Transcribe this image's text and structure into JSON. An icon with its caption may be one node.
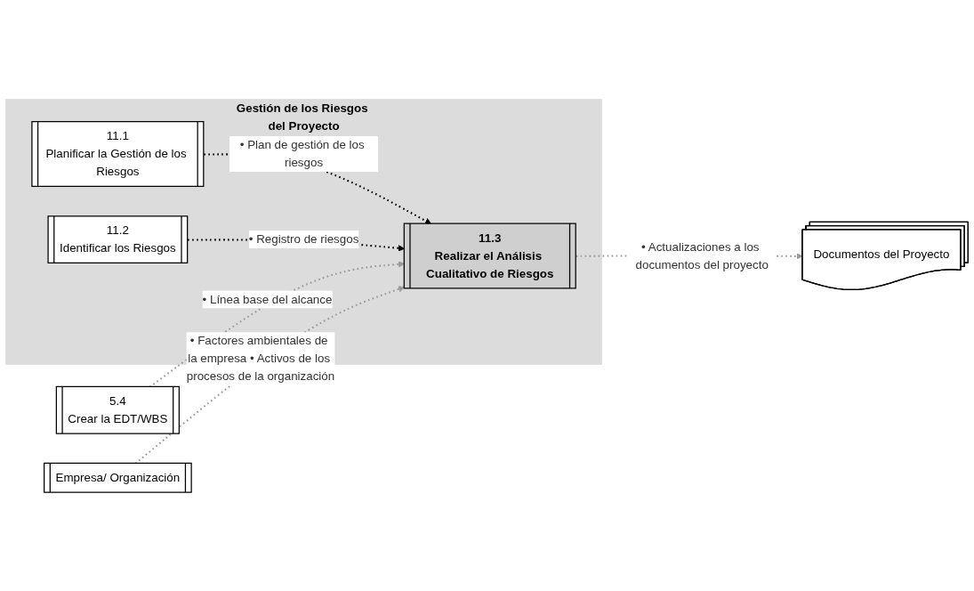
{
  "diagram": {
    "nodes": [
      {
        "text": [
          "Gestión de los Riesgos del Proyecto"
        ]
      },
      {
        "text": [
          "11.1",
          "Planificar la Gestión de los Riesgos"
        ],
        "in": 0
      },
      {
        "text": [
          "11.2",
          "Identificar los Riesgos"
        ],
        "in": 0
      },
      {
        "text": [
          "5.4",
          "Crear la EDT/WBS"
        ]
      },
      {
        "text": [
          "11.3",
          "Realizar el Análisis Cualitativo de Riesgos"
        ],
        "in": 0
      },
      {
        "text": [
          "Documentos del Proyecto"
        ]
      },
      {
        "text": [
          "Empresa/ Organización"
        ]
      }
    ],
    "edges": [
      {
        "from": 1,
        "to": 4,
        "arrow": "to",
        "label": "• Plan de gestión de los riesgos",
        "style": "dashed",
        "color": "#000000"
      },
      {
        "from": 2,
        "to": 4,
        "arrow": "to",
        "label": "• Registro de riesgos",
        "style": "dashed",
        "color": "#000000"
      },
      {
        "from": 3,
        "to": 4,
        "arrow": "to",
        "label": "• Línea base del alcance",
        "style": "dashed"
      },
      {
        "from": 6,
        "to": 4,
        "arrow": "to",
        "label": "• Factores ambientales de la empresa • Activos de los procesos de la organización",
        "style": "dashed"
      },
      {
        "from": 4,
        "to": 5,
        "arrow": "to",
        "label": "• Actualizaciones a los documentos del proyecto",
        "style": "dashed"
      }
    ]
  }
}
